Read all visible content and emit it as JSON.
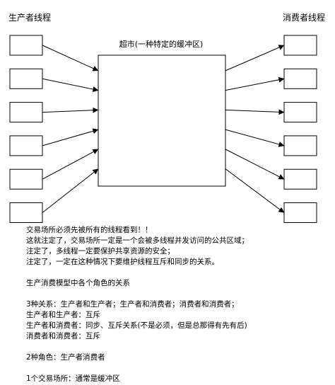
{
  "diagram": {
    "producer_label": "生产者线程",
    "consumer_label": "消费者线程",
    "buffer_label": "超市(一种特定的缓冲区)",
    "producer_count": 6,
    "consumer_count": 6
  },
  "notes": [
    "交易场所必须先被所有的线程看到！！",
    "这就注定了，交易场所一定是一个会被多线程并发访问的公共区域；",
    "注定了，多线程一定要保护共享资源的安全；",
    "注定了，一定在这种情况下要维护线程互斥和同步的关系。",
    "",
    "生产消费模型中各个角色的关系",
    "",
    "3种关系：生产者和生产者；生产者和消费者；消费者和消费者；",
    "生产者和生产者：互斥",
    "生产者和消费者：同步、互斥关系(不是必须，但是总那得有先有后)",
    "消费者和消费者：互斥",
    "",
    "2种角色：生产者消费者",
    "",
    "1个交易场所：通常是缓冲区"
  ]
}
